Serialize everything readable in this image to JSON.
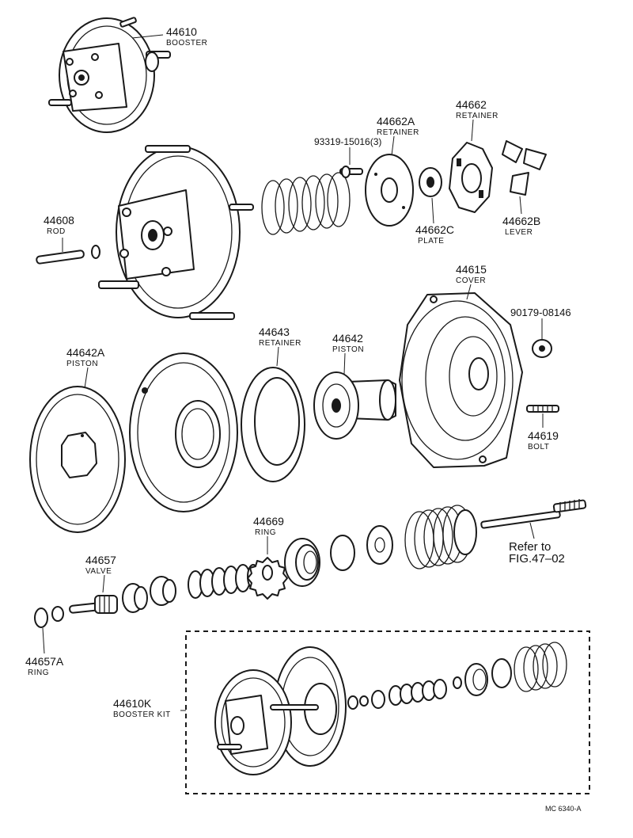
{
  "parts": {
    "booster": {
      "number": "44610",
      "name": "BOOSTER"
    },
    "rod": {
      "number": "44608",
      "name": "ROD"
    },
    "screw": {
      "number": "93319-15016(3)"
    },
    "retainer_a": {
      "number": "44662A",
      "name": "RETAINER"
    },
    "retainer": {
      "number": "44662",
      "name": "RETAINER"
    },
    "plate": {
      "number": "44662C",
      "name": "PLATE"
    },
    "lever": {
      "number": "44662B",
      "name": "LEVER"
    },
    "cover": {
      "number": "44615",
      "name": "COVER"
    },
    "nut": {
      "number": "90179-08146"
    },
    "bolt": {
      "number": "44619",
      "name": "BOLT"
    },
    "retainer_seal": {
      "number": "44643",
      "name": "RETAINER"
    },
    "piston": {
      "number": "44642",
      "name": "PISTON"
    },
    "piston_a": {
      "number": "44642A",
      "name": "PISTON"
    },
    "ring": {
      "number": "44669",
      "name": "RING"
    },
    "valve": {
      "number": "44657",
      "name": "VALVE"
    },
    "ring_a": {
      "number": "44657A",
      "name": "RING"
    },
    "booster_kit": {
      "number": "44610K",
      "name": "BOOSTER KIT"
    }
  },
  "reference": {
    "line1": "Refer to",
    "line2": "FIG.47–02"
  },
  "figure_code": "MC 6340-A"
}
